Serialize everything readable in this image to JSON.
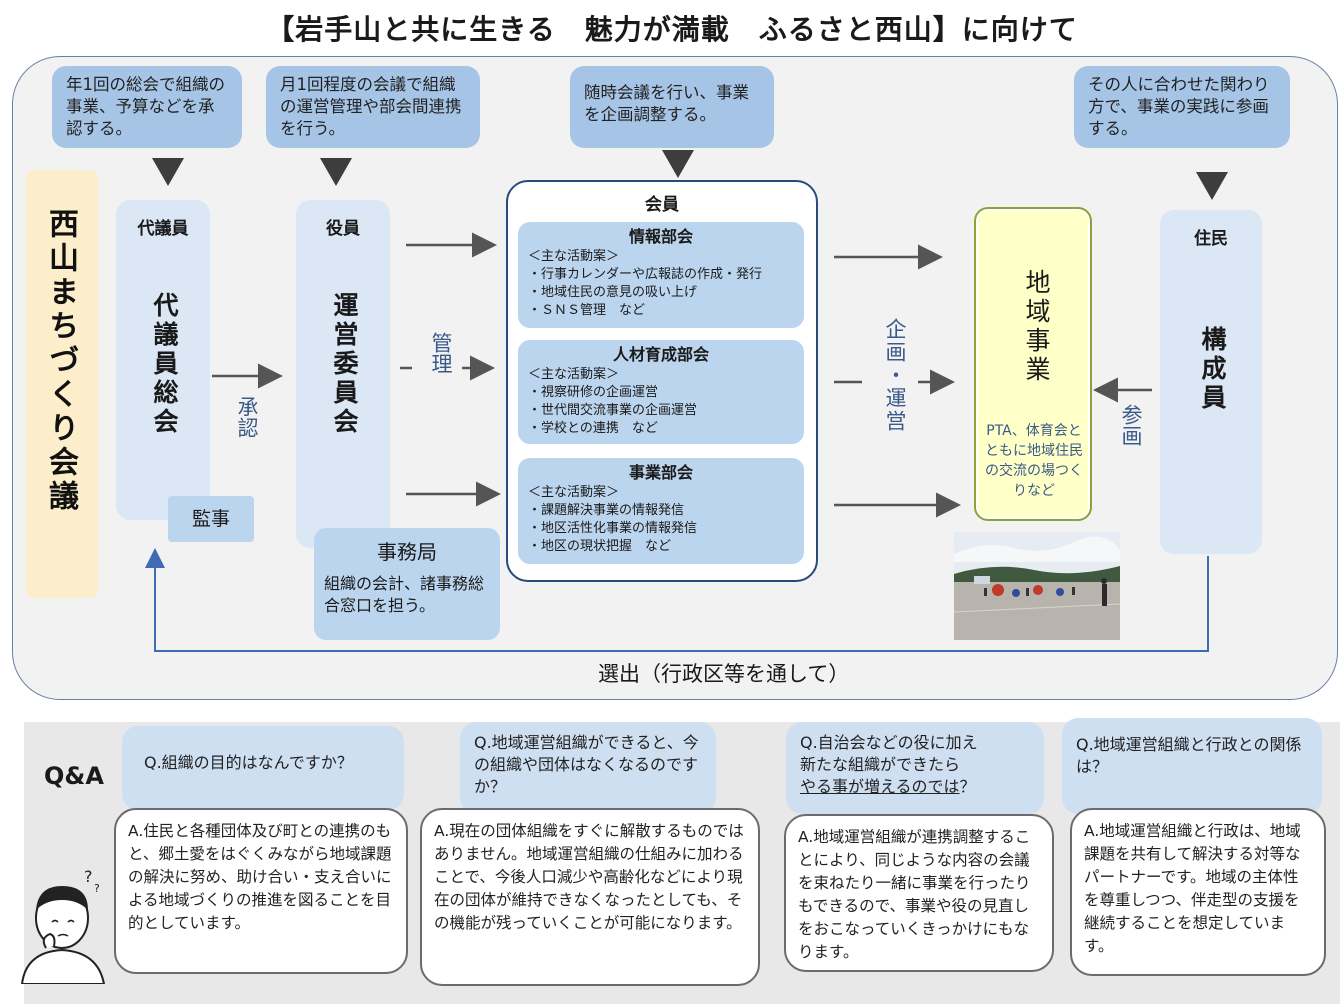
{
  "title": "【岩手山と共に生きる　魅力が満載　ふるさと西山】に向けて",
  "org_name": "西山まちづくり会議",
  "notes": {
    "n1": "年1回の総会で組織の事業、予算などを承認する。",
    "n2": "月1回程度の会議で組織の運営管理や部会間連携を行う。",
    "n3": "随時会議を行い、事業を企画調整する。",
    "n4": "その人に合わせた関わり方で、事業の実践に参画する。"
  },
  "daigiin": {
    "head": "代議員",
    "body": "代議員総会",
    "auditor": "監事"
  },
  "yakuin": {
    "head": "役員",
    "body": "運営委員会"
  },
  "jimukyoku": {
    "title": "事務局",
    "desc": "組織の会計、諸事務総合窓口を担う。"
  },
  "kaiin": {
    "head": "会員",
    "subs": [
      {
        "name": "情報部会",
        "intro": "＜主な活動案＞",
        "items": [
          "・行事カレンダーや広報誌の作成・発行",
          "・地域住民の意見の吸い上げ",
          "・ＳＮＳ管理　など"
        ]
      },
      {
        "name": "人材育成部会",
        "intro": "＜主な活動案＞",
        "items": [
          "・視察研修の企画運営",
          "・世代間交流事業の企画運営",
          "・学校との連携　など"
        ]
      },
      {
        "name": "事業部会",
        "intro": "＜主な活動案＞",
        "items": [
          "・課題解決事業の情報発信",
          "・地区活性化事業の情報発信",
          "・地区の現状把握　など"
        ]
      }
    ]
  },
  "labels": {
    "shonin": "承認",
    "kanri": "管理",
    "kikaku": "企画・運営",
    "sankaku": "参画",
    "senshutsu": "選出（行政区等を通して）"
  },
  "jigyo": {
    "title": "地域事業",
    "desc": "PTA、体育会とともに地域住民の交流の場つくりなど"
  },
  "jumin": {
    "head": "住民",
    "body": "構成員"
  },
  "photo_icon": "sports-field-photo",
  "qa": {
    "label": "Q&A",
    "items": [
      {
        "q": "Q.組織の目的はなんですか？",
        "a": "A.住民と各種団体及び町との連携のもと、郷土愛をはぐくみながら地域課題の解決に努め、助け合い・支え合いによる地域づくりの推進を図ることを目的としています。"
      },
      {
        "q": "Q.地域運営組織ができると、今の組織や団体はなくなるのですか？",
        "a": "A.現在の団体組織をすぐに解散するものではありません。地域運営組織の仕組みに加わることで、今後人口減少や高齢化などにより現在の団体が維持できなくなったとしても、その機能が残っていくことが可能になります。"
      },
      {
        "q_lines": [
          "Q.自治会などの役に加え",
          "新たな組織ができたら"
        ],
        "q_underlined": "やる事が増えるのでは",
        "q_end": "？",
        "a": "A.地域運営組織が連携調整することにより、同じような内容の会議を束ねたり一緒に事業を行ったりもできるので、事業や役の見直しをおこなっていくきっかけにもなります。"
      },
      {
        "q": "Q.地域運営組織と行政との関係は？",
        "a": "A.地域運営組織と行政は、地域課題を共有して解決する対等なパートナーです。地域の主体性を尊重しつつ、伴走型の支援を継続することを想定しています。"
      }
    ]
  },
  "colors": {
    "note": "#a6c5e6",
    "light": "#dbe7f5",
    "sub": "#bcd5ee",
    "accent": "#2a4a7b",
    "orgbar": "#fdeecb",
    "jigyo_fill": "#ffffc8",
    "jigyo_border": "#8aa43a"
  }
}
